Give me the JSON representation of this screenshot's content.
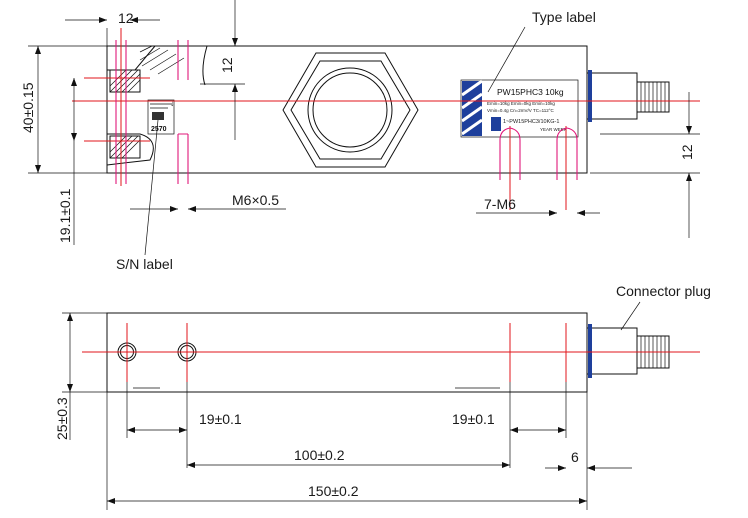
{
  "callouts": {
    "type_label": "Type label",
    "sn_label": "S/N label",
    "connector_plug": "Connector plug"
  },
  "dimensions": {
    "top_width_12": "12",
    "height_40": "40±0.15",
    "top_12_vertical": "12",
    "offset_19_1": "19.1±0.1",
    "thread_m6": "M6×0.5",
    "thread_7m6": "7-M6",
    "right_12": "12",
    "height_25": "25±0.3",
    "hole_19_left": "19±0.1",
    "hole_19_right": "19±0.1",
    "spacing_100": "100±0.2",
    "edge_6": "6",
    "length_150": "150±0.2"
  },
  "type_label_plate": {
    "model": "PW15PHC3 10kg",
    "line1": "Emin=10kg   Emin=0kg   Emin=10kg",
    "line2": "Vmin=0.4g   Cn=2mV/V   TC=112°C",
    "line3": "1~PW15PHC3/10KG-1",
    "line4": "YEAR   WEEK"
  },
  "sn_plate": {
    "number": "2570"
  },
  "colors": {
    "outline": "#111111",
    "centerline": "#e0161b",
    "thread": "#e0187a",
    "label_blue": "#1e3f9c"
  }
}
